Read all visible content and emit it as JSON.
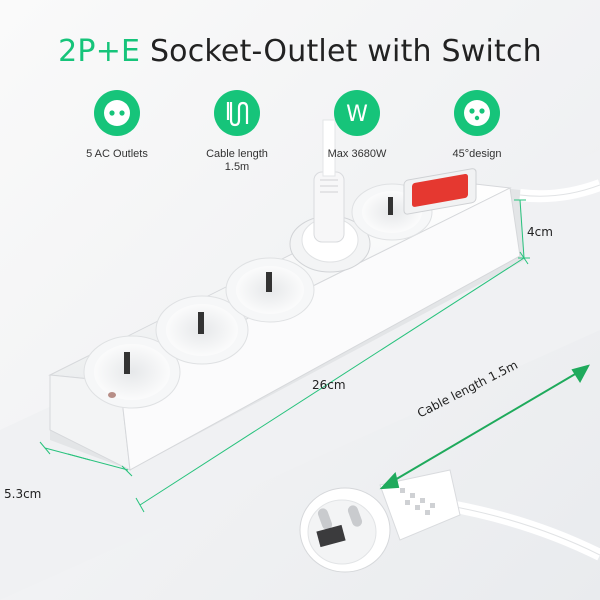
{
  "colors": {
    "accent": "#16c47a",
    "dim_line": "#27c27c"
  },
  "title": {
    "accent": "2P+E",
    "rest": " Socket-Outlet with Switch"
  },
  "features": [
    {
      "icon": "socket-icon",
      "label": "5 AC Outlets"
    },
    {
      "icon": "cable-icon",
      "label": "Cable length\n1.5m"
    },
    {
      "icon": "w-letter-icon",
      "label": "Max 3680W"
    },
    {
      "icon": "socket-45-icon",
      "label": "45°design"
    }
  ],
  "dimensions": {
    "height": "4cm",
    "length": "26cm",
    "width": "5.3cm",
    "cable": "Cable length 1.5m"
  }
}
